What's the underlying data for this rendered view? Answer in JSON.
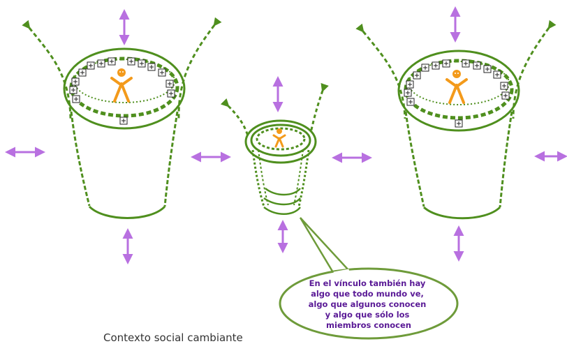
{
  "caption": "Contexto social cambiante",
  "callout": {
    "lines": [
      "En el vínculo también hay",
      "algo que todo mundo ve,",
      "algo que algunos conocen",
      "y algo que sólo los",
      "miembros conocen"
    ]
  },
  "groups": [
    {
      "name": "group-left",
      "member_count": 15,
      "size": "large"
    },
    {
      "name": "group-center",
      "member_count": 0,
      "size": "small"
    },
    {
      "name": "group-right",
      "member_count": 15,
      "size": "large"
    }
  ],
  "colors": {
    "green": "#4f8f1e",
    "purple_arrow": "#b870e0",
    "orange_figure": "#f39a1b",
    "callout_border": "#6e9b3a",
    "callout_text": "#5a1a96",
    "caption_text": "#333333"
  },
  "icons": {
    "member": "boxed-plus-icon",
    "person": "person-icon",
    "expand": "double-arrow-icon"
  }
}
